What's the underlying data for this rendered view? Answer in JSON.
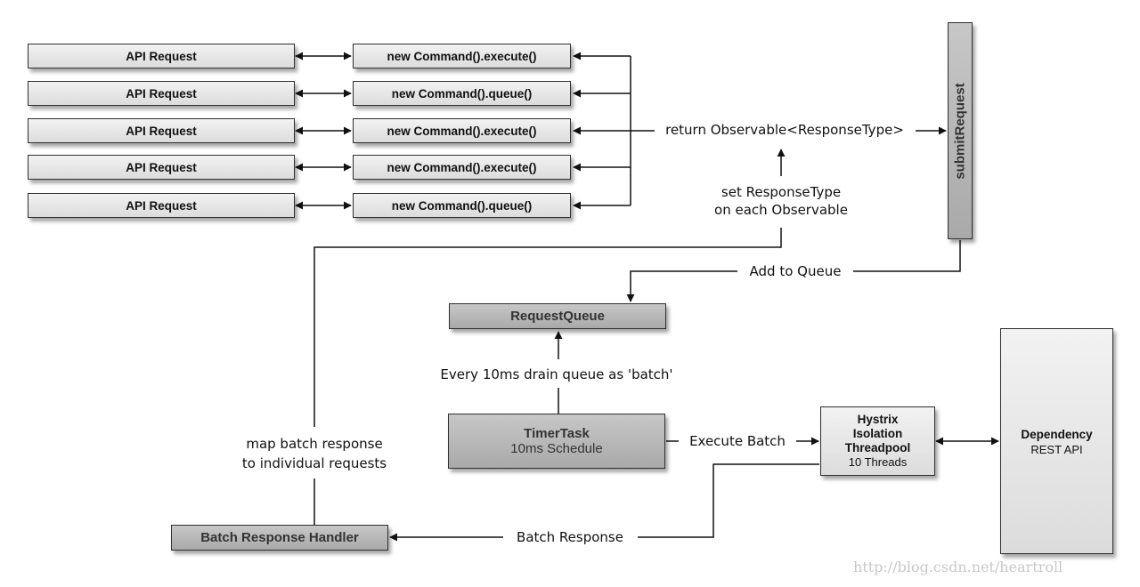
{
  "api_requests": [
    "API Request",
    "API Request",
    "API Request",
    "API Request",
    "API Request"
  ],
  "commands": [
    "new Command().execute()",
    "new Command().queue()",
    "new Command().execute()",
    "new Command().execute()",
    "new Command().queue()"
  ],
  "submit_request": "submitRequest",
  "return_observable": "return Observable<ResponseType>",
  "set_response_line1": "set ResponseType",
  "set_response_line2": "on each Observable",
  "add_to_queue": "Add to Queue",
  "request_queue": "RequestQueue",
  "drain_label": "Every 10ms drain queue as 'batch'",
  "timer_title": "TimerTask",
  "timer_subtitle": "10ms Schedule",
  "execute_batch": "Execute Batch",
  "hystrix_line1": "Hystrix",
  "hystrix_line2": "Isolation",
  "hystrix_line3": "Threadpool",
  "hystrix_line4": "10 Threads",
  "dependency_title": "Dependency",
  "dependency_subtitle": "REST API",
  "map_line1": "map batch response",
  "map_line2": "to individual requests",
  "batch_response": "Batch Response",
  "batch_handler": "Batch Response Handler",
  "watermark": "http://blog.csdn.net/heartroll"
}
